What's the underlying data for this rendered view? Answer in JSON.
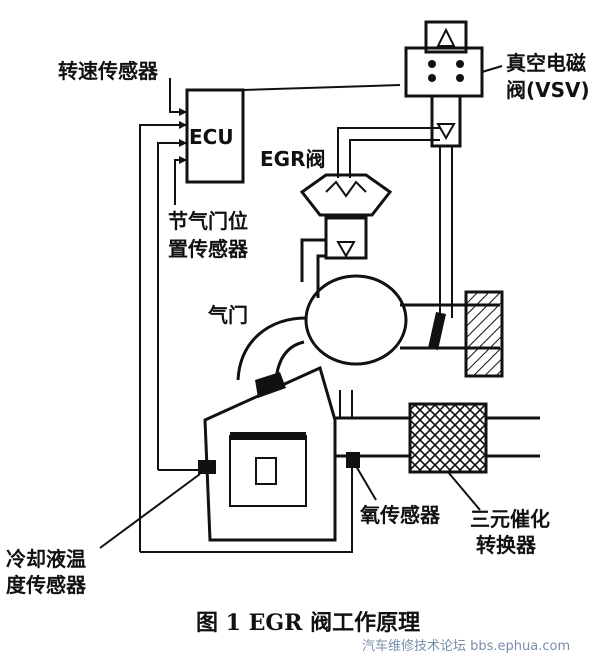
{
  "labels": {
    "speed_sensor": "转速传感器",
    "ecu": "ECU",
    "egr_valve": "EGR阀",
    "throttle_sensor_line1": "节气门位",
    "throttle_sensor_line2": "置传感器",
    "vsv_line1": "真空电磁",
    "vsv_line2": "阀(VSV)",
    "intake": "气门",
    "coolant_line1": "冷却液温",
    "coolant_line2": "度传感器",
    "oxygen_sensor": "氧传感器",
    "converter_line1": "三元催化",
    "converter_line2": "转换器"
  },
  "caption": "图 1  EGR 阀工作原理",
  "watermark": "汽车维修技术论坛 bbs.ephua.com"
}
